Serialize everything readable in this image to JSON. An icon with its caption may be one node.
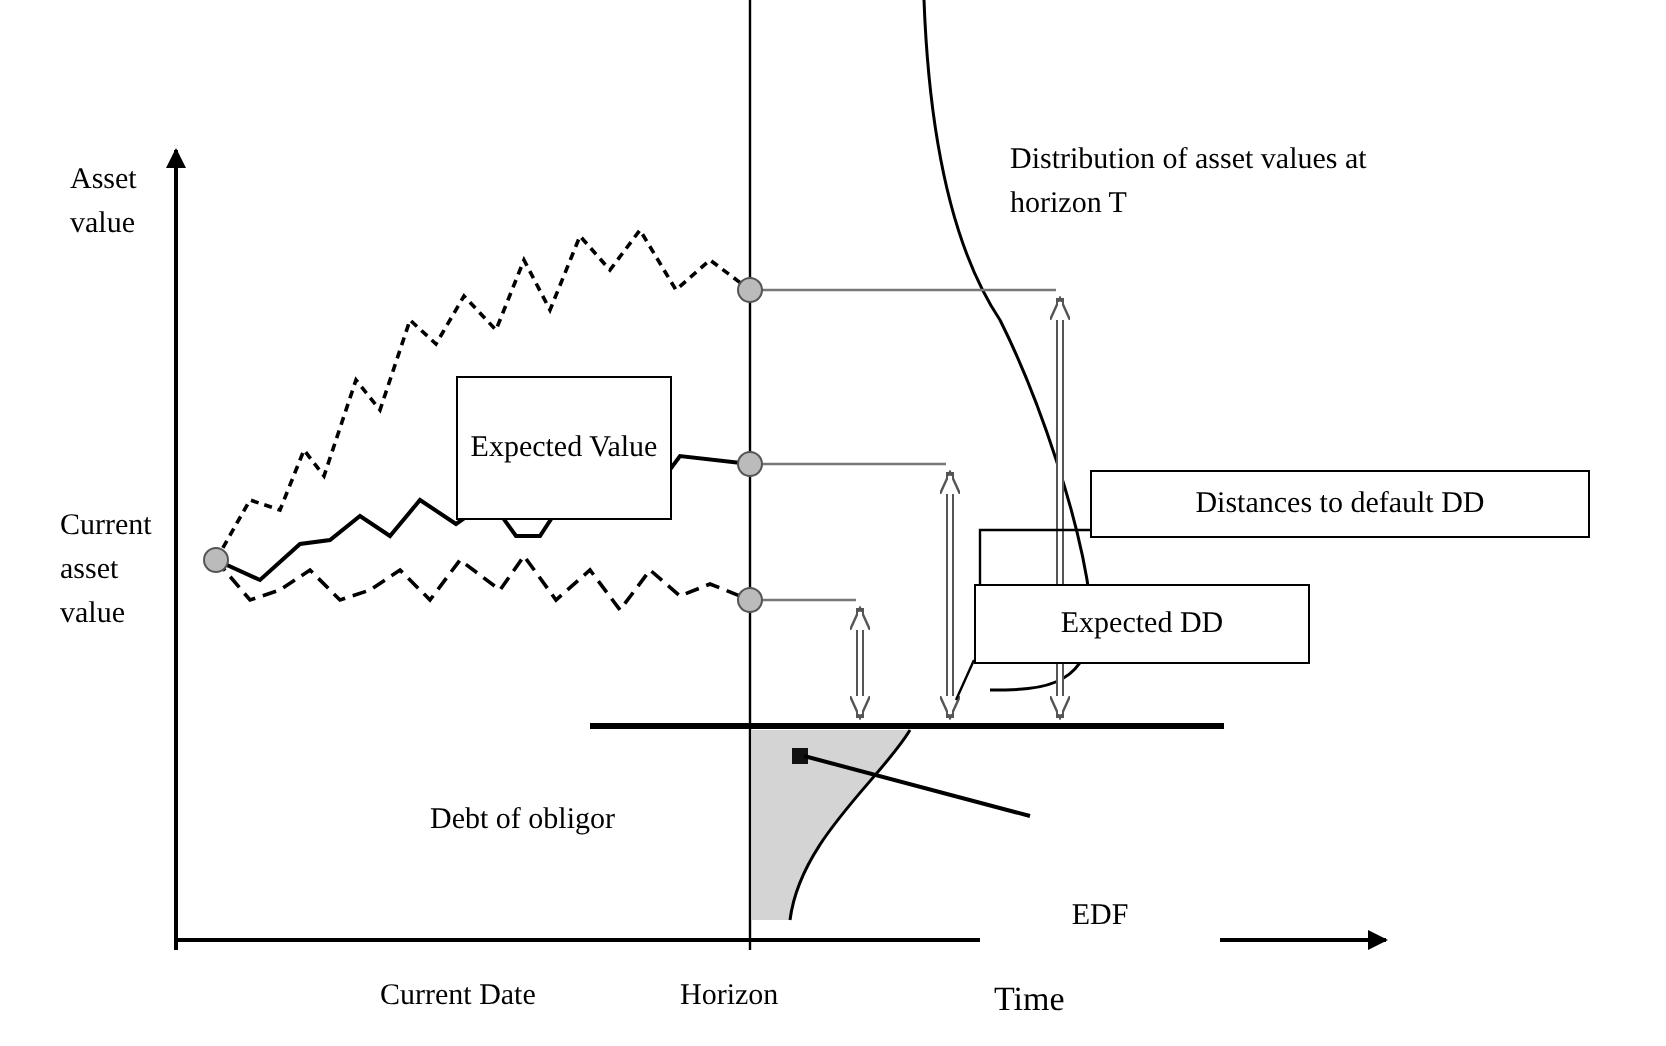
{
  "diagram": {
    "nodes": [
      {
        "text": [
          "Expected Value"
        ]
      },
      {
        "text": [
          "Distances to default DD"
        ]
      },
      {
        "text": [
          "Expected DD"
        ]
      },
      {
        "text": [
          "EDF"
        ]
      }
    ],
    "edges": [
      {
        "from": 1,
        "to": 2,
        "arrow": "none"
      },
      {
        "from": 2,
        "to": null,
        "arrow": "none"
      }
    ],
    "labels": [
      "Asset value",
      "Distribution of asset values at horizon T",
      "Current asset value",
      "Debt of obligor",
      "Current Date",
      "Horizon",
      "Time"
    ]
  }
}
